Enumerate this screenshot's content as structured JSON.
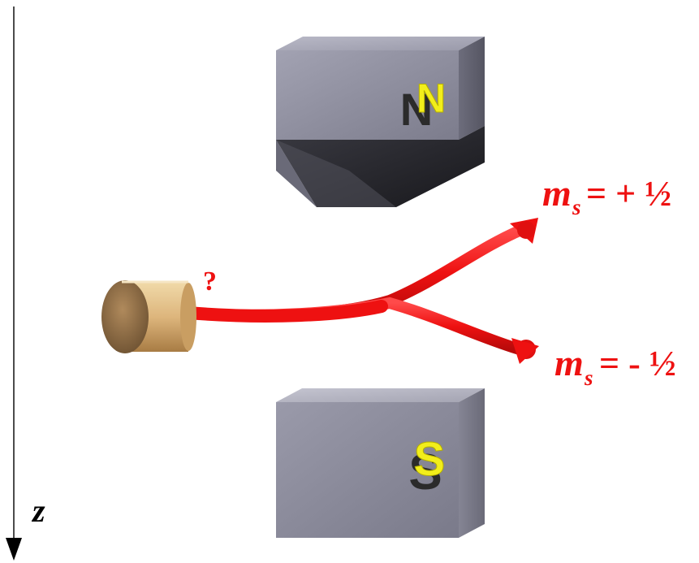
{
  "axis": {
    "label": "z"
  },
  "magnets": {
    "north_label": "N",
    "south_label": "S"
  },
  "source": {
    "label": "?"
  },
  "beams": {
    "upper": {
      "symbol": "m",
      "subscript": "s",
      "value": "= + ½"
    },
    "lower": {
      "symbol": "m",
      "subscript": "s",
      "value": "= - ½"
    }
  },
  "colors": {
    "beam": "#ee1111",
    "magnet_face": "#8a8a99",
    "magnet_dark": "#2a2a30",
    "letter": "#f2ee1a",
    "source_body": "#d9b27a"
  }
}
